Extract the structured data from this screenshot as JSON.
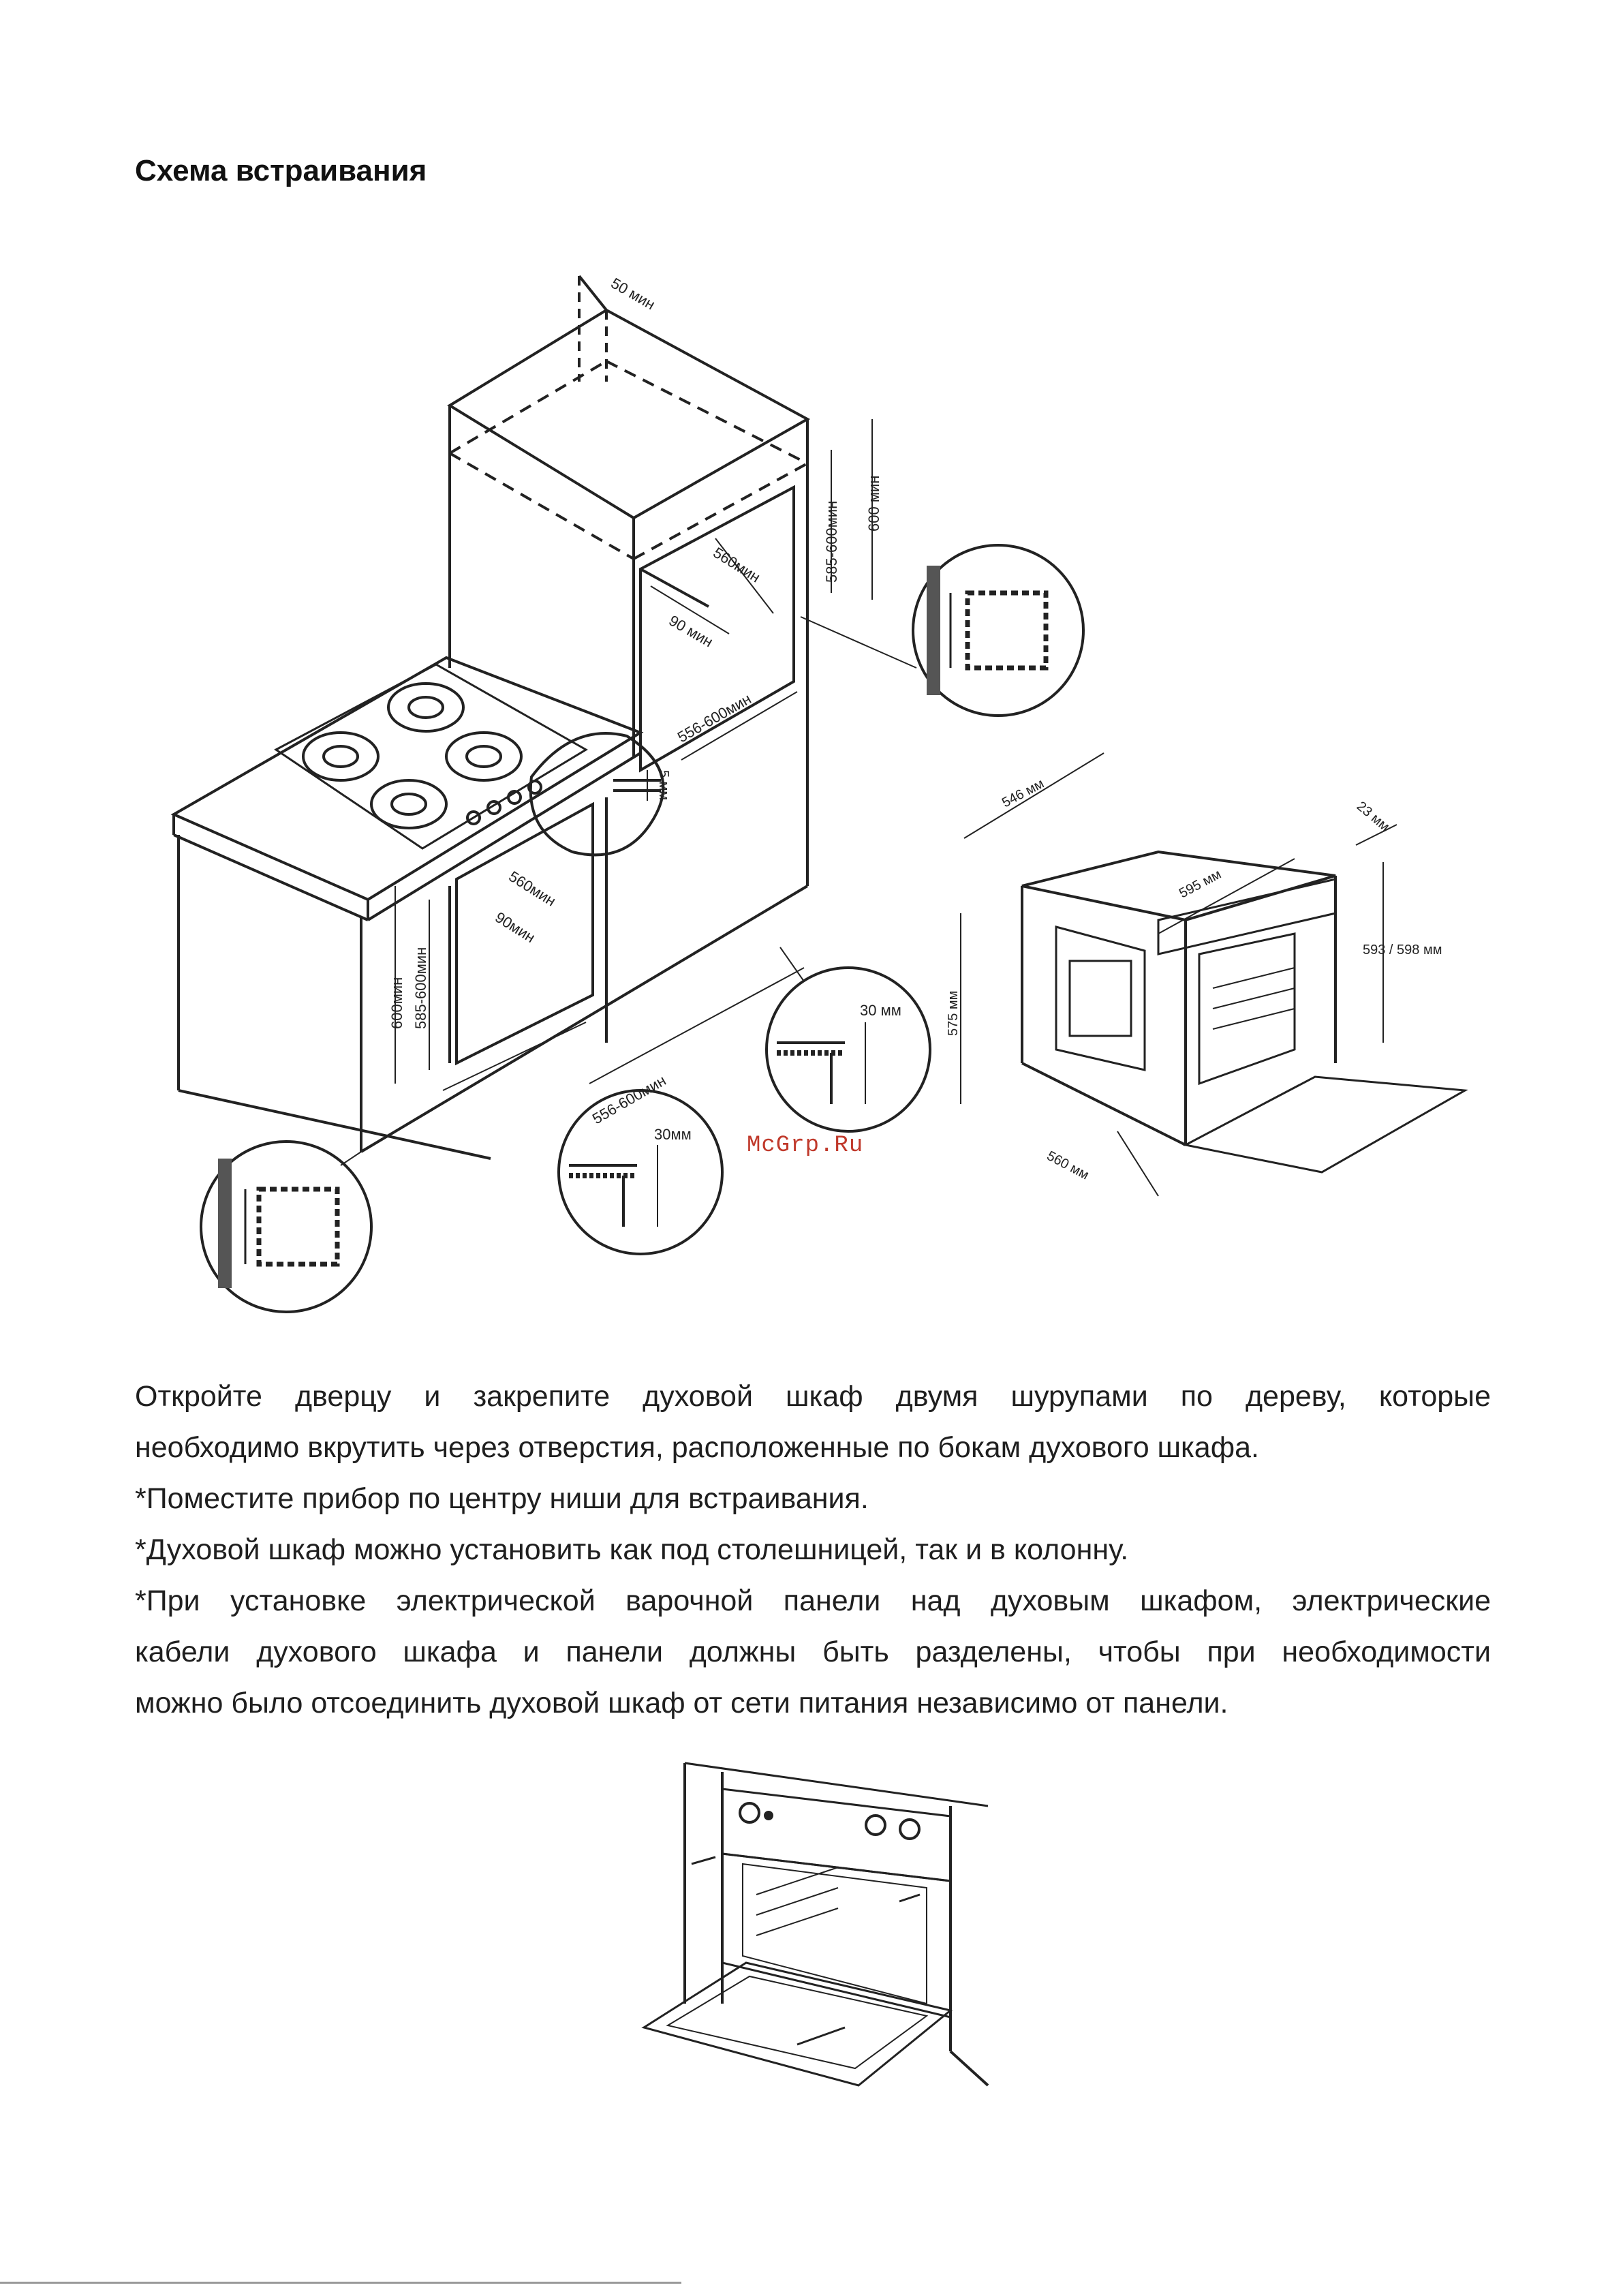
{
  "heading": "Схема встраивания",
  "watermark": "McGrp.Ru",
  "dimensions": {
    "top_gap": "50 мин",
    "column_height_range": "585-600мин",
    "column_height_min": "600 мин",
    "column_depth": "560мин",
    "column_rear_gap": "90 мин",
    "column_width": "556-600мин",
    "hob_gap": "5 мм",
    "under_depth": "560мин",
    "under_rear_gap": "90мин",
    "under_height_min": "600мин",
    "under_height_range": "585-600мин",
    "under_width": "556-600мин",
    "plinth_gap_1": "30 мм",
    "plinth_gap_2": "30мм",
    "oven_depth": "546 мм",
    "oven_width": "595 мм",
    "oven_panel": "23 мм",
    "oven_height": "593 / 598 мм",
    "oven_body_height": "575 мм",
    "oven_body_width": "560 мм"
  },
  "paragraphs": [
    "Откройте дверцу и закрепите духовой шкаф двумя шурупами по дереву, которые",
    "необходимо вкрутить через отверстия, расположенные по бокам духового шкафа.",
    "*Поместите прибор по центру ниши для встраивания.",
    "*Духовой шкаф можно установить как под столешницей, так и в колонну.",
    "*При установке электрической варочной панели над духовым шкафом, электрические",
    "кабели духового шкафа и панели должны быть разделены, чтобы при необходимости",
    "можно было отсоединить духовой шкаф от сети питания независимо от панели."
  ]
}
